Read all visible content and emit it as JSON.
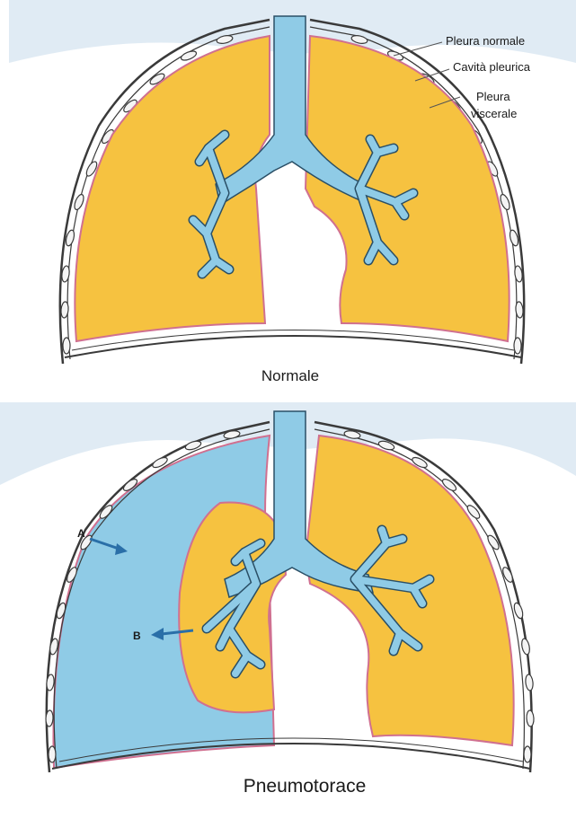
{
  "top_panel": {
    "caption": "Normale",
    "labels": {
      "pleura_normale": "Pleura normale",
      "cavita_pleurica": "Cavità pleurica",
      "pleura_viscerale_1": "Pleura",
      "pleura_viscerale_2": "viscerale"
    }
  },
  "bottom_panel": {
    "caption": "Pneumotorace",
    "marker_a": "A",
    "marker_b": "B"
  },
  "colors": {
    "lung_fill": "#f6c240",
    "air_fill": "#8fcbe6",
    "pleura_line": "#d07090",
    "chest_wall": "#3a3a3a",
    "background_wash": "#dde9f3"
  }
}
